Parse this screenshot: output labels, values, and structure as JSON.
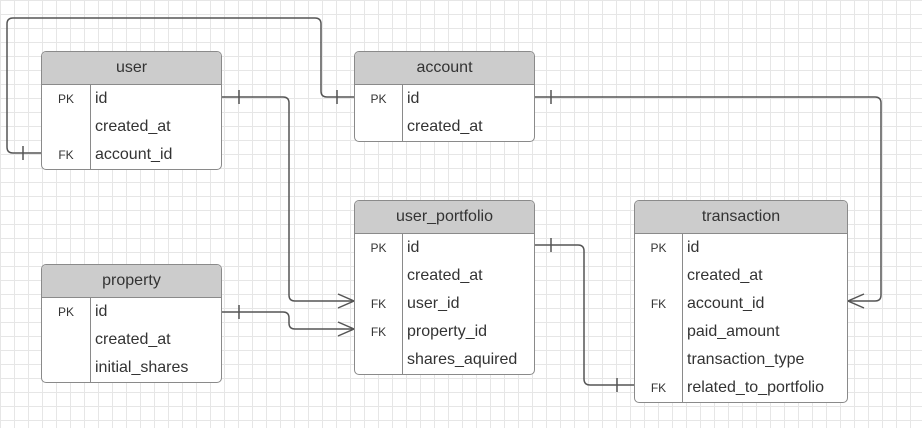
{
  "entities": {
    "user": {
      "title": "user",
      "rows": [
        {
          "key": "PK",
          "field": "id"
        },
        {
          "key": "",
          "field": "created_at"
        },
        {
          "key": "FK",
          "field": "account_id"
        }
      ]
    },
    "account": {
      "title": "account",
      "rows": [
        {
          "key": "PK",
          "field": "id"
        },
        {
          "key": "",
          "field": "created_at"
        }
      ]
    },
    "user_portfolio": {
      "title": "user_portfolio",
      "rows": [
        {
          "key": "PK",
          "field": "id"
        },
        {
          "key": "",
          "field": "created_at"
        },
        {
          "key": "FK",
          "field": "user_id"
        },
        {
          "key": "FK",
          "field": "property_id"
        },
        {
          "key": "",
          "field": "shares_aquired"
        }
      ]
    },
    "transaction": {
      "title": "transaction",
      "rows": [
        {
          "key": "PK",
          "field": "id"
        },
        {
          "key": "",
          "field": "created_at"
        },
        {
          "key": "FK",
          "field": "account_id"
        },
        {
          "key": "",
          "field": "paid_amount"
        },
        {
          "key": "",
          "field": "transaction_type"
        },
        {
          "key": "FK",
          "field": "related_to_portfolio"
        }
      ]
    },
    "property": {
      "title": "property",
      "rows": [
        {
          "key": "PK",
          "field": "id"
        },
        {
          "key": "",
          "field": "created_at"
        },
        {
          "key": "",
          "field": "initial_shares"
        }
      ]
    }
  },
  "relationships": [
    {
      "from": "user.account_id",
      "to": "account.id",
      "from_end": "one",
      "to_end": "one"
    },
    {
      "from": "user.id",
      "to": "user_portfolio.user_id",
      "from_end": "one",
      "to_end": "many"
    },
    {
      "from": "property.id",
      "to": "user_portfolio.property_id",
      "from_end": "one",
      "to_end": "many"
    },
    {
      "from": "account.id",
      "to": "transaction.account_id",
      "from_end": "one",
      "to_end": "many"
    },
    {
      "from": "user_portfolio.id",
      "to": "transaction.related_to_portfolio",
      "from_end": "one",
      "to_end": "one"
    }
  ],
  "colors": {
    "line": "#555555",
    "header": "#cccccc",
    "border": "#8a8a8a"
  }
}
